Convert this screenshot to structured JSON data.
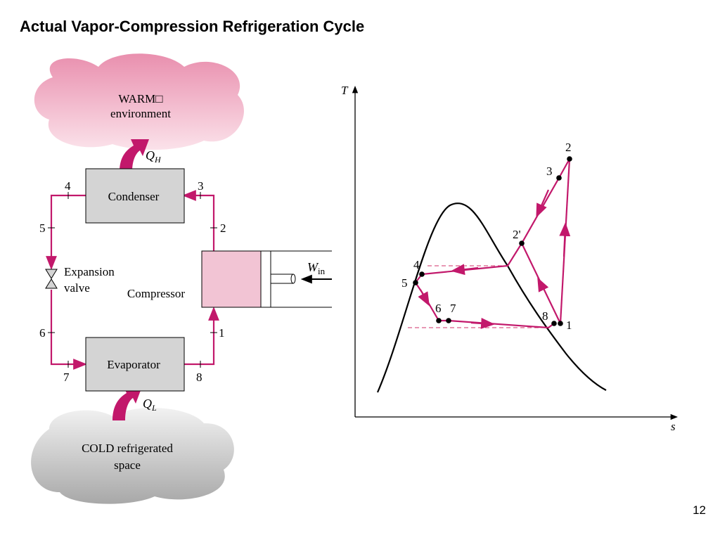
{
  "slide": {
    "title": "Actual Vapor-Compression Refrigeration Cycle",
    "page_number": "12"
  },
  "system": {
    "warm_line1": "WARM□",
    "warm_line2": "environment",
    "cold_line1": "COLD refrigerated",
    "cold_line2": "space",
    "condenser": "Condenser",
    "evaporator": "Evaporator",
    "compressor": "Compressor",
    "expansion_line1": "Expansion",
    "expansion_line2": "valve",
    "qh": "Q",
    "qh_sub": "H",
    "ql": "Q",
    "ql_sub": "L",
    "win": "W",
    "win_sub": "in",
    "state_labels": {
      "s1": "1",
      "s2": "2",
      "s3": "3",
      "s4": "4",
      "s5": "5",
      "s6": "6",
      "s7": "7",
      "s8": "8"
    }
  },
  "ts_diagram": {
    "x_axis_label": "s",
    "y_axis_label": "T",
    "point_labels": {
      "p1": "1",
      "p2": "2",
      "p2p": "2'",
      "p3": "3",
      "p4": "4",
      "p5": "5",
      "p6": "6",
      "p7": "7",
      "p8": "8"
    }
  },
  "colors": {
    "cycle": "#c2186b",
    "warm_cloud": "#f0a8c0",
    "cold_cloud": "#b9b9b9",
    "component_fill": "#d4d4d4",
    "compressor_fill": "#f2c4d4",
    "dashed": "#d0306a"
  }
}
